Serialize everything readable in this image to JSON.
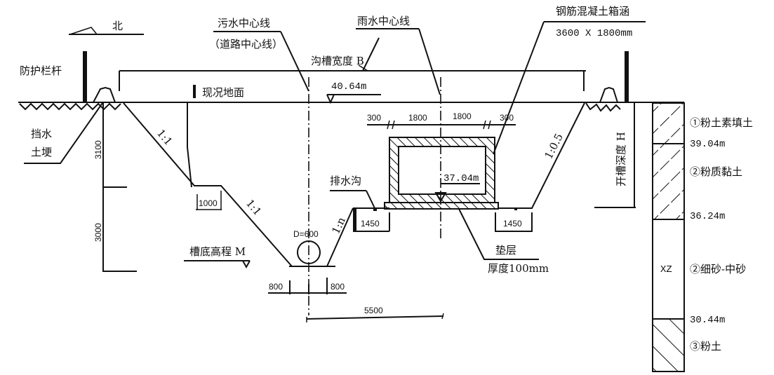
{
  "north_label": "北",
  "labels": {
    "sewage_centerline": "污水中心线",
    "road_centerline": "（道路中心线）",
    "rain_centerline": "雨水中心线",
    "box_culvert": "钢筋混凝土箱涵",
    "box_culvert_size": "3600 X 1800mm",
    "guardrail": "防护栏杆",
    "trench_width": "沟槽宽度 B",
    "ground_elev": "40.64m",
    "existing_ground": "现况地面",
    "retaining_bank_1": "挡水",
    "retaining_bank_2": "土埂",
    "slope_upper": "1:1",
    "slope_lower": "1:1",
    "slope_right": "1:0.5",
    "slope_n": "1:n",
    "drain_ditch": "排水沟",
    "box_elev": "37.04m",
    "trench_bottom": "槽底高程 M",
    "pipe_diameter": "D=600",
    "cushion": "垫层",
    "cushion_thickness": "厚度100mm",
    "trench_depth": "开槽深度 H"
  },
  "dimensions": {
    "depth_upper": "3100",
    "depth_lower": "3000",
    "berm": "1000",
    "left_ledge": "1450",
    "right_ledge": "1450",
    "pipe_left": "800",
    "pipe_right": "800",
    "spacing": "5500",
    "box_wall_left": "300",
    "box_half_left": "1800",
    "box_half_right": "1800",
    "box_wall_right": "300"
  },
  "soil_profile": {
    "layers": [
      {
        "name": "①粉土素填土",
        "pattern": "dashed-hatch"
      },
      {
        "name": "②粉质黏土",
        "pattern": "dashed-hatch"
      },
      {
        "name": "②细砂-中砂",
        "pattern": "none",
        "code": "XZ"
      },
      {
        "name": "③粉土",
        "pattern": "hatch"
      }
    ],
    "elevations": [
      "39.04m",
      "36.24m",
      "30.44m"
    ]
  }
}
